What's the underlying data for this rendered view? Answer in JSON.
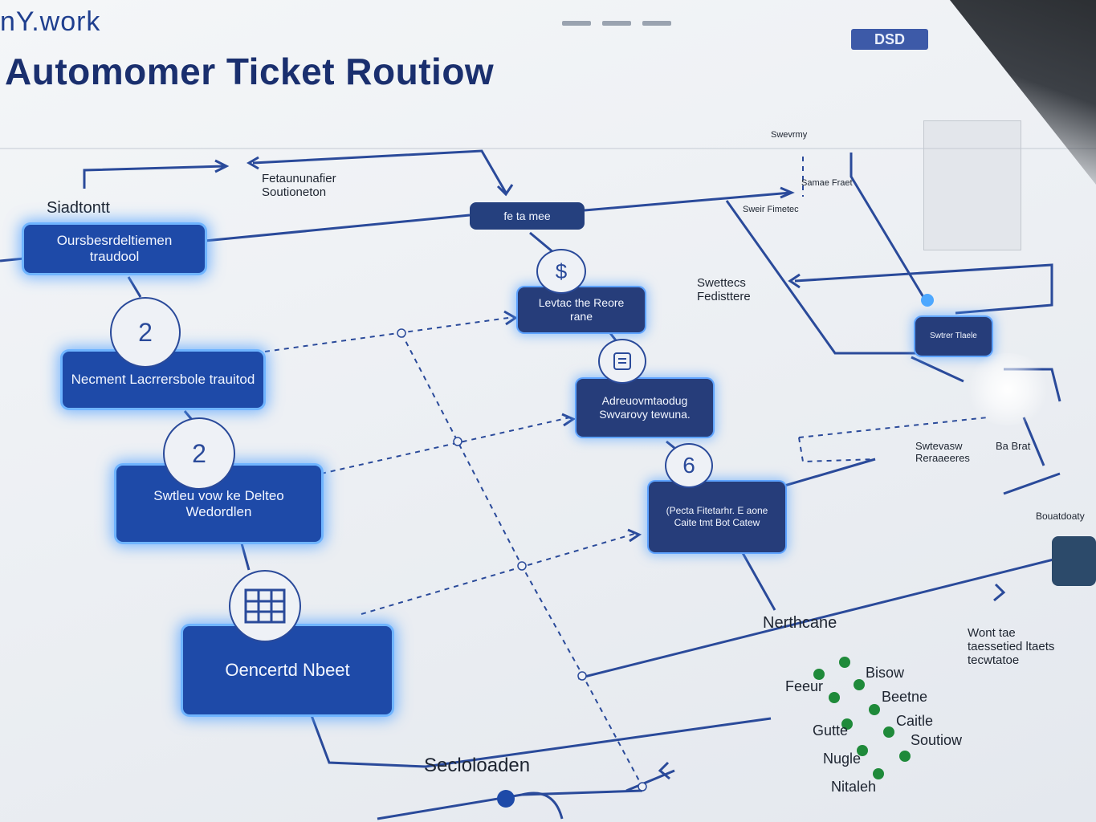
{
  "header": {
    "brand": "nY.work",
    "title": "Automomer Ticket Routiow"
  },
  "flow": {
    "left_nodes": [
      "Oursbesrdeltiemen traudool",
      "Necment Lacrrersbole trauitod",
      "Swtleu vow ke Delteo Wedordlen",
      "Oencertd Nbeet"
    ],
    "center_nodes": [
      "fe ta mee",
      "Levtac the Reore rane",
      "Adreuovmtaodug Swvarovy tewuna.",
      "(Pecta Fitetarhr. E aone Caite tmt Bot Catew"
    ],
    "right_nodes": [
      "Swtrer Tlaele"
    ],
    "step_badges": [
      "2",
      "2",
      "",
      "$",
      "",
      "6"
    ],
    "labels": {
      "start": "Siadtontt",
      "feature": "Fetaununafier Soutioneton",
      "side_note": "Swettecs Fedisttere",
      "network": "Nerthcane",
      "bottom": "Secloloaden",
      "right_note": "Wont tae taessetied ltaets tecwtatoe",
      "top_box": "Swevrmy",
      "top_box_label": "Samae Fraet",
      "right_small": "Sweir Fimetec",
      "mid_right_a": "Swtevasw Reraaeeres",
      "mid_right_b": "Ba Brat",
      "far_right": "Bouatdoaty"
    },
    "legend": {
      "left": [
        "Feeur",
        "Gutte",
        "Nugle",
        "Nitaleh"
      ],
      "right": [
        "Bisow",
        "Beetne",
        "Caitle",
        "Soutiow"
      ]
    }
  },
  "colors": {
    "node_fill": "#1e4aa8",
    "node_glow": "#6fb4ff",
    "wire": "#2a4a9a",
    "legend_dot": "#1f8a3a"
  }
}
